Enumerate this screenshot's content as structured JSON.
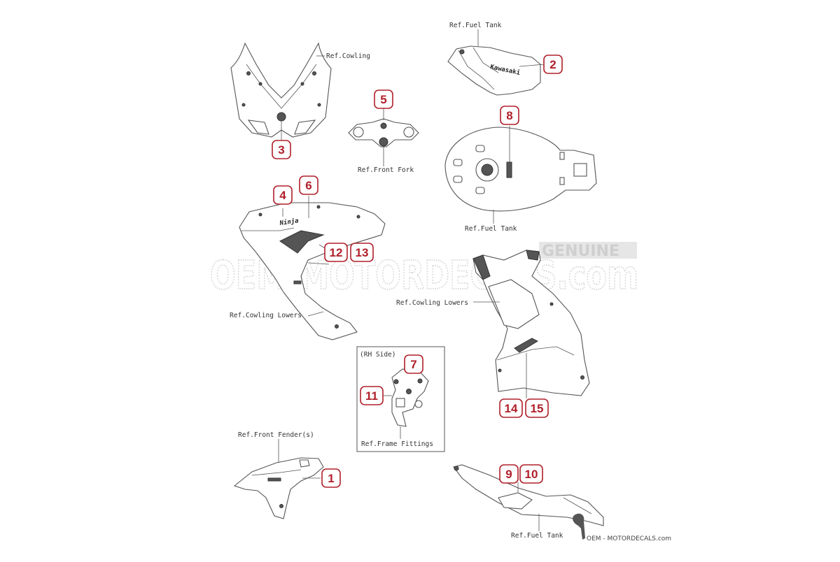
{
  "watermark": {
    "text": "OEM-MOTORDECALS.com",
    "genuine": "GENUINE"
  },
  "logo": {
    "text": "OEM - MOTORDECALS.com"
  },
  "refs": {
    "fuel_tank_top": "Ref.Fuel Tank",
    "cowling": "Ref.Cowling",
    "front_fork": "Ref.Front Fork",
    "fuel_tank_mid": "Ref.Fuel Tank",
    "cowling_lowers_left": "Ref.Cowling Lowers",
    "cowling_lowers_right": "Ref.Cowling Lowers",
    "rh_side": "(RH Side)",
    "frame_fittings": "Ref.Frame Fittings",
    "front_fenders": "Ref.Front Fender(s)",
    "fuel_tank_bottom": "Ref.Fuel Tank"
  },
  "decal_text": {
    "kawasaki": "Kawasaki",
    "ninja": "Ninja"
  },
  "callouts": {
    "c1": "1",
    "c2": "2",
    "c3": "3",
    "c4": "4",
    "c5": "5",
    "c6": "6",
    "c7": "7",
    "c8": "8",
    "c9": "9",
    "c10": "10",
    "c11": "11",
    "c12": "12",
    "c13": "13",
    "c14": "14",
    "c15": "15"
  },
  "colors": {
    "callout": "#b0202a",
    "line": "#555555",
    "watermark": "#d2d2d2"
  }
}
